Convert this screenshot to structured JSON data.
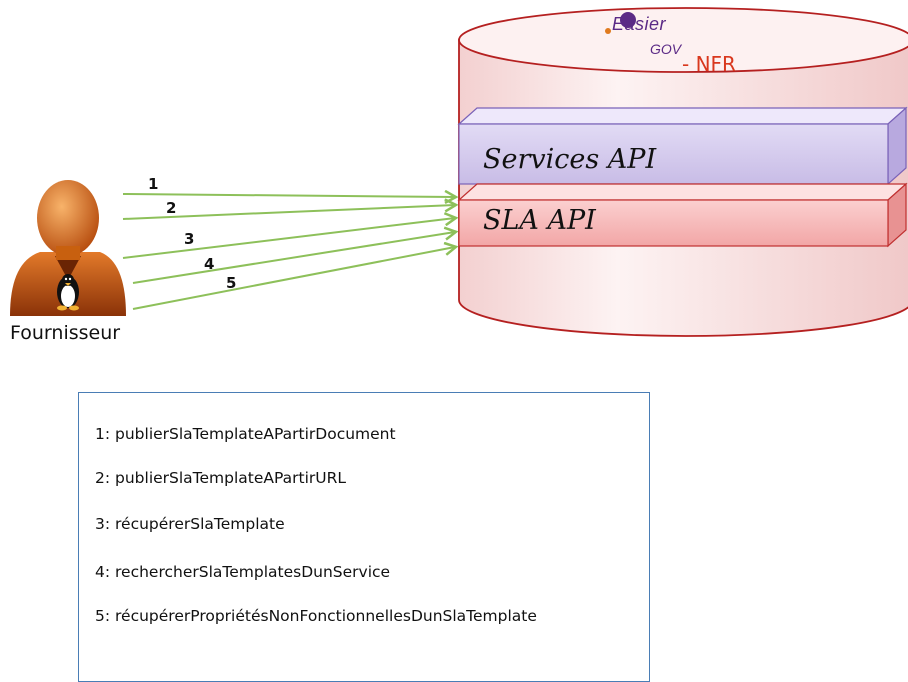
{
  "actor": {
    "label": "Fournisseur",
    "icon": "linux-user-icon"
  },
  "database": {
    "logo": {
      "line1": "Easier",
      "line2": "GOV",
      "suffix": "- NFR"
    },
    "layers": [
      {
        "label": "Services API",
        "color": "#d7cfee"
      },
      {
        "label": "SLA API",
        "color": "#f6b8b8"
      }
    ]
  },
  "arrows": [
    {
      "number": "1"
    },
    {
      "number": "2"
    },
    {
      "number": "3"
    },
    {
      "number": "4"
    },
    {
      "number": "5"
    }
  ],
  "legend": {
    "items": [
      "1: publierSlaTemplateAPartirDocument",
      "2: publierSlaTemplateAPartirURL",
      "3: récupérerSlaTemplate",
      "4: rechercherSlaTemplatesDunService",
      "5: récupérerPropriétésNonFonctionnellesDunSlaTemplate"
    ]
  },
  "colors": {
    "arrow": "#8dc05a",
    "cylinder_border": "#b52020",
    "cylinder_fill": "#fbe9e9",
    "legend_border": "#4a7db5"
  }
}
